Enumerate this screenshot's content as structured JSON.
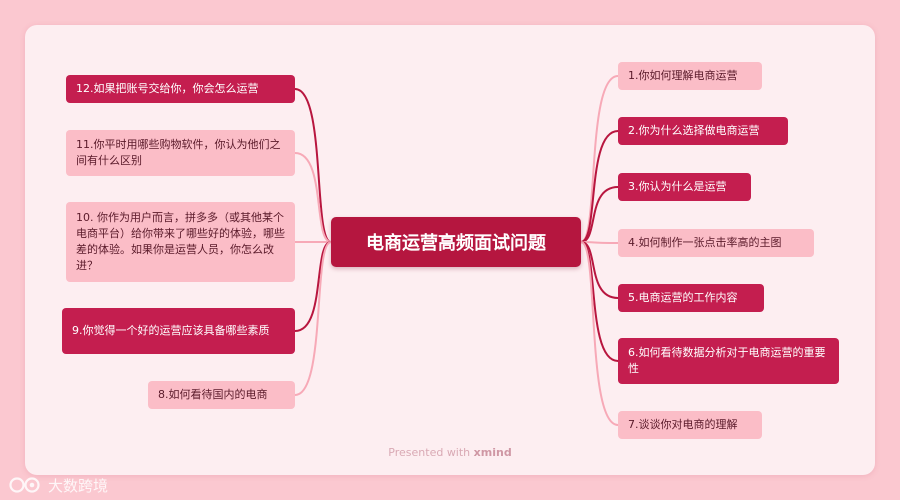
{
  "central_topic": "电商运营高频面试问题",
  "topics_right": [
    {
      "text": "1.你如何理解电商运营",
      "style": "light"
    },
    {
      "text": "2.你为什么选择做电商运营",
      "style": "dark"
    },
    {
      "text": "3.你认为什么是运营",
      "style": "dark"
    },
    {
      "text": "4.如何制作一张点击率高的主图",
      "style": "light"
    },
    {
      "text": "5.电商运营的工作内容",
      "style": "dark"
    },
    {
      "text": "6.如何看待数据分析对于电商运营的重要性",
      "style": "dark"
    },
    {
      "text": "7.谈谈你对电商的理解",
      "style": "light"
    }
  ],
  "topics_left": [
    {
      "text": "12.如果把账号交给你，你会怎么运营",
      "style": "dark"
    },
    {
      "text": "11.你平时用哪些购物软件，你认为他们之间有什么区别",
      "style": "light"
    },
    {
      "text": "10. 你作为用户而言，拼多多（或其他某个电商平台）给你带来了哪些好的体验，哪些差的体验。如果你是运营人员，你怎么改进？",
      "style": "light"
    },
    {
      "text": "9.你觉得一个好的运营应该具备哪些素质",
      "style": "dark"
    },
    {
      "text": "8.如何看待国内的电商",
      "style": "light"
    }
  ],
  "footer": {
    "prefix": "Presented with",
    "brand": "xmind"
  },
  "watermark": "大数跨境",
  "colors": {
    "dark": "#c41e4f",
    "light": "#fbbdc7",
    "central": "#b5163f",
    "background": "#fbc8d0",
    "card": "#fdeef1"
  }
}
